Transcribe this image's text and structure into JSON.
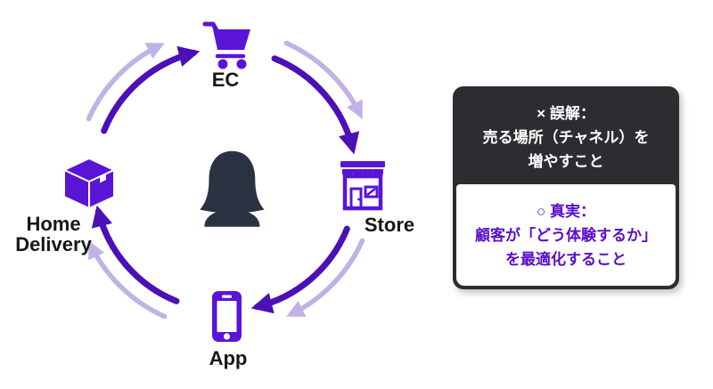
{
  "diagram": {
    "description": "omnichannel customer-experience cycle",
    "flow_direction": "clockwise",
    "nodes": [
      {
        "id": "ec",
        "label": "EC",
        "icon": "shopping-cart-icon"
      },
      {
        "id": "store",
        "label": "Store",
        "icon": "storefront-icon"
      },
      {
        "id": "app",
        "label": "App",
        "icon": "smartphone-icon"
      },
      {
        "id": "home-delivery",
        "label_line1": "Home",
        "label_line2": "Delivery",
        "icon": "package-icon"
      }
    ],
    "center": {
      "icon": "person-icon"
    },
    "colors": {
      "arrow_dark": "#4b10b6",
      "arrow_light": "#c1b2e5",
      "icon_purple": "#5a14d6",
      "person_silhouette": "#2a3342",
      "label_text": "#171717"
    }
  },
  "card": {
    "background": "#2d2d31",
    "misconception": {
      "text_color": "#ffffff",
      "lines": [
        "× 誤解：",
        "売る場所（チャネル）を",
        "増やすこと"
      ]
    },
    "truth": {
      "text_color": "#5a0ec9",
      "lines": [
        "○ 真実：",
        "顧客が「どう体験するか」",
        "を最適化すること"
      ]
    }
  }
}
